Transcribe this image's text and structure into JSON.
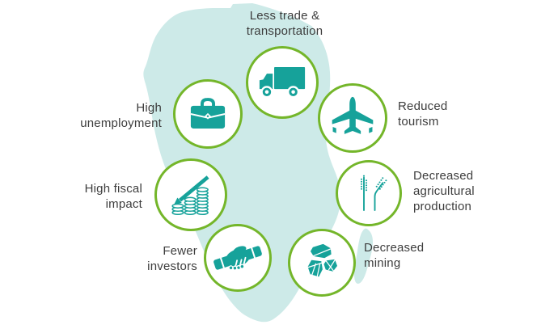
{
  "infographic": {
    "map_name": "africa-map",
    "colors": {
      "background": "#ffffff",
      "map_fill": "#cdeae8",
      "icon_teal": "#16a29a",
      "circle_border_green": "#74b62a",
      "label_text": "#3d3d3d"
    },
    "impacts": [
      {
        "label": "Less trade &\ntransportation",
        "icon": "truck-icon"
      },
      {
        "label": "High\nunemployment",
        "icon": "briefcase-icon"
      },
      {
        "label": "Reduced\ntourism",
        "icon": "airplane-icon"
      },
      {
        "label": "High fiscal\nimpact",
        "icon": "declining-coins-icon"
      },
      {
        "label": "Decreased\nagricultural\nproduction",
        "icon": "wheat-icon"
      },
      {
        "label": "Fewer\ninvestors",
        "icon": "handshake-icon"
      },
      {
        "label": "Decreased\nmining",
        "icon": "minerals-icon"
      }
    ]
  }
}
